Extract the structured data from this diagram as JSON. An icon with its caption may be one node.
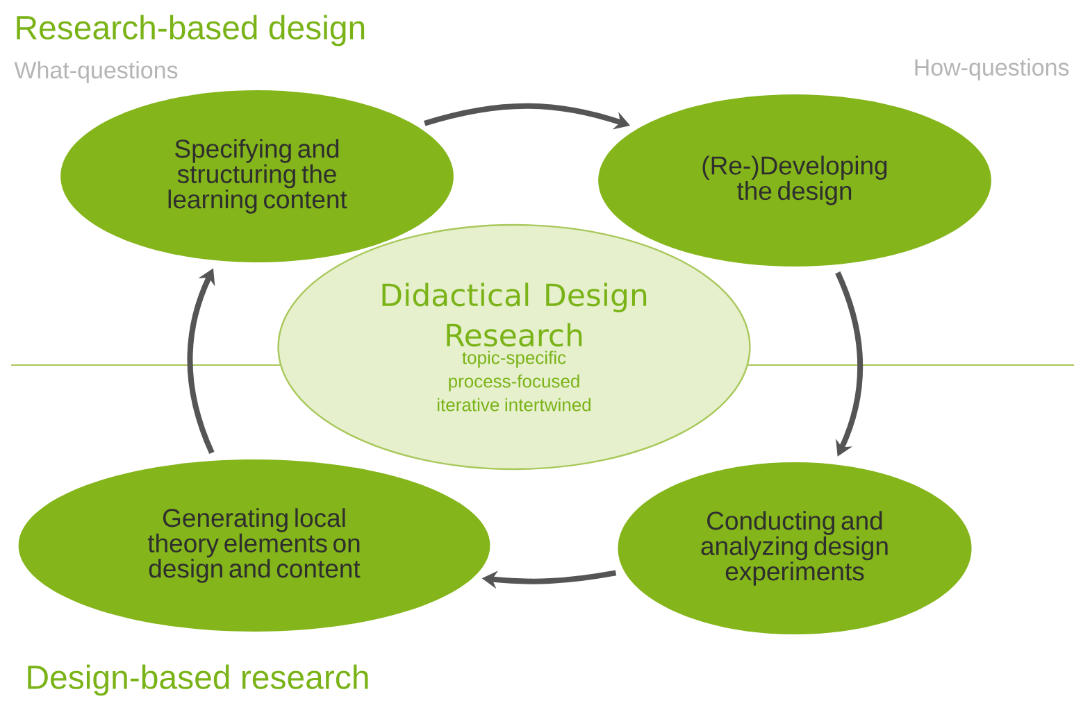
{
  "diagram": {
    "nodes": [
      {
        "text": [
          "Specifying and structuring the learning content"
        ]
      },
      {
        "text": [
          "(Re-)Developing the design"
        ]
      },
      {
        "text": [
          "Didactical Design Research",
          "topic-specific process-focused iterative intertwined"
        ]
      },
      {
        "text": [
          "Generating local theory elements on design and content"
        ]
      },
      {
        "text": [
          "Conducting and analyzing design experiments"
        ]
      }
    ],
    "edges": [
      {
        "from": 0,
        "to": 1,
        "arrow": "to"
      },
      {
        "from": 1,
        "to": 4,
        "arrow": "to"
      },
      {
        "from": 4,
        "to": 3,
        "arrow": "to"
      },
      {
        "from": 3,
        "to": 0,
        "arrow": "to"
      }
    ],
    "labels": [
      "Research-based design",
      "What-questions",
      "How-questions",
      "Design-based research"
    ]
  }
}
